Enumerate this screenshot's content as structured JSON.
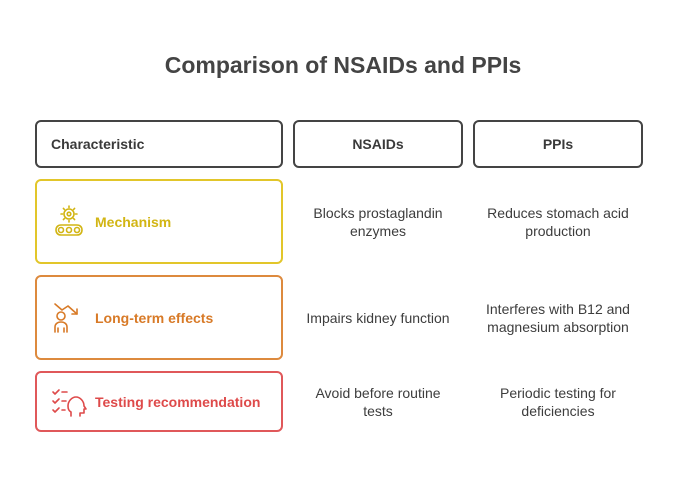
{
  "title": "Comparison of NSAIDs and PPIs",
  "colors": {
    "header_border": "#444444",
    "mechanism": "#e2c62a",
    "long_term": "#dd8a3e",
    "testing": "#e0585a"
  },
  "headers": {
    "characteristic": "Characteristic",
    "nsaids": "NSAIDs",
    "ppis": "PPIs"
  },
  "rows": [
    {
      "label": "Mechanism",
      "icon": "gears-conveyor-icon",
      "nsaids": "Blocks prostaglandin enzymes",
      "ppis": "Reduces stomach acid production"
    },
    {
      "label": "Long-term effects",
      "icon": "person-decline-icon",
      "nsaids": "Impairs kidney function",
      "ppis": "Interferes with B12 and magnesium absorption"
    },
    {
      "label": "Testing recommendation",
      "icon": "checklist-head-icon",
      "nsaids": "Avoid before routine tests",
      "ppis": "Periodic testing for deficiencies"
    }
  ]
}
